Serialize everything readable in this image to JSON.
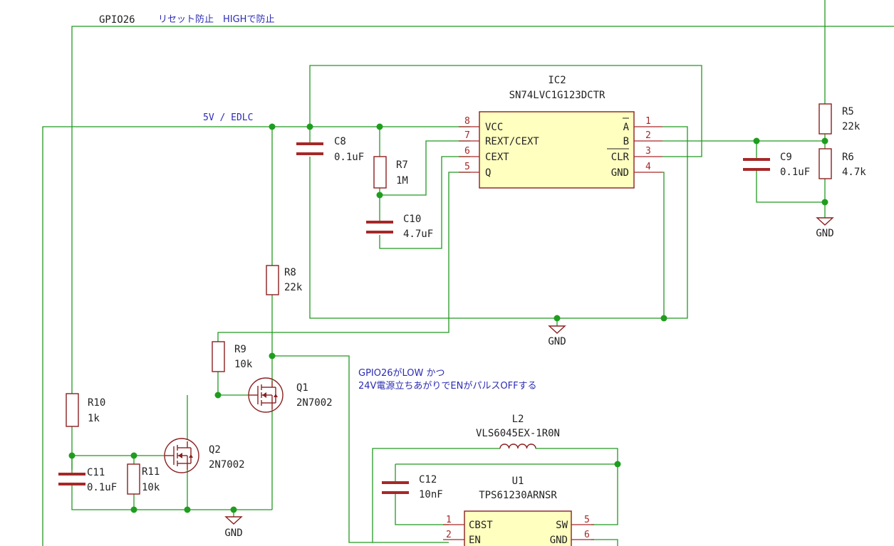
{
  "nets": {
    "gpio_label": "GPIO26",
    "gpio_note": "リセット防止　HIGHで防止",
    "power": "5V / EDLC",
    "gnd": "GND"
  },
  "note": {
    "line1": "GPIO26がLOW かつ",
    "line2": "24V電源立ちあがりでENがパルスOFFする"
  },
  "ic2": {
    "ref": "IC2",
    "value": "SN74LVC1G123DCTR",
    "pins_left": [
      {
        "num": "8",
        "name": "VCC"
      },
      {
        "num": "7",
        "name": "REXT/CEXT"
      },
      {
        "num": "6",
        "name": "CEXT"
      },
      {
        "num": "5",
        "name": "Q"
      }
    ],
    "pins_right": [
      {
        "num": "1",
        "name": "A"
      },
      {
        "num": "2",
        "name": "B"
      },
      {
        "num": "3",
        "name": "CLR"
      },
      {
        "num": "4",
        "name": "GND"
      }
    ]
  },
  "u1": {
    "ref": "U1",
    "value": "TPS61230ARNSR",
    "pins_left": [
      {
        "num": "1",
        "name": "CBST"
      },
      {
        "num": "2",
        "name": "EN"
      }
    ],
    "pins_right": [
      {
        "num": "5",
        "name": "SW"
      },
      {
        "num": "6",
        "name": "GND"
      }
    ]
  },
  "components": {
    "c8": {
      "ref": "C8",
      "value": "0.1uF"
    },
    "r7": {
      "ref": "R7",
      "value": "1M"
    },
    "c10": {
      "ref": "C10",
      "value": "4.7uF"
    },
    "r5": {
      "ref": "R5",
      "value": "22k"
    },
    "r6": {
      "ref": "R6",
      "value": "4.7k"
    },
    "c9": {
      "ref": "C9",
      "value": "0.1uF"
    },
    "r8": {
      "ref": "R8",
      "value": "22k"
    },
    "r9": {
      "ref": "R9",
      "value": "10k"
    },
    "q1": {
      "ref": "Q1",
      "value": "2N7002"
    },
    "q2": {
      "ref": "Q2",
      "value": "2N7002"
    },
    "r10": {
      "ref": "R10",
      "value": "1k"
    },
    "c11": {
      "ref": "C11",
      "value": "0.1uF"
    },
    "r11": {
      "ref": "R11",
      "value": "10k"
    },
    "l2": {
      "ref": "L2",
      "value": "VLS6045EX-1R0N"
    },
    "c12": {
      "ref": "C12",
      "value": "10nF"
    }
  },
  "colors": {
    "wire": "#229922",
    "junction": "#1f9d1f",
    "component": "#8b2020",
    "ic_fill": "#ffffc0",
    "net_label": "#2b2bb5"
  }
}
